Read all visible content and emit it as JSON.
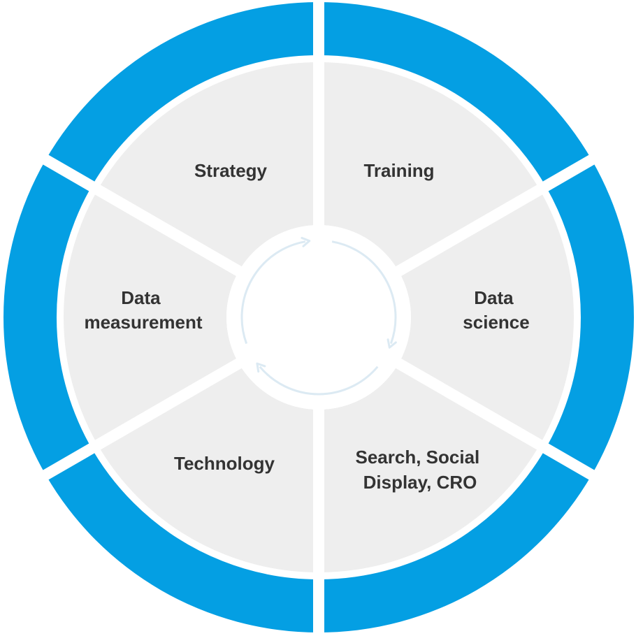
{
  "colors": {
    "outer_ring": "#049FE3",
    "inner_segment": "#EEEEEE",
    "divider": "#FFFFFF",
    "cycle_arrow": "#DCEAF3",
    "label_text": "#333333"
  },
  "segments": [
    {
      "id": "training",
      "lines": [
        "Training"
      ]
    },
    {
      "id": "data-science",
      "lines": [
        "Data",
        "science"
      ]
    },
    {
      "id": "search-social-display-cro",
      "lines": [
        "Search, Social",
        "Display, CRO"
      ]
    },
    {
      "id": "technology",
      "lines": [
        "Technology"
      ]
    },
    {
      "id": "data-measurement",
      "lines": [
        "Data",
        "measurement"
      ]
    },
    {
      "id": "strategy",
      "lines": [
        "Strategy"
      ]
    }
  ],
  "center": {
    "icon": "cycle-arrows-icon"
  }
}
